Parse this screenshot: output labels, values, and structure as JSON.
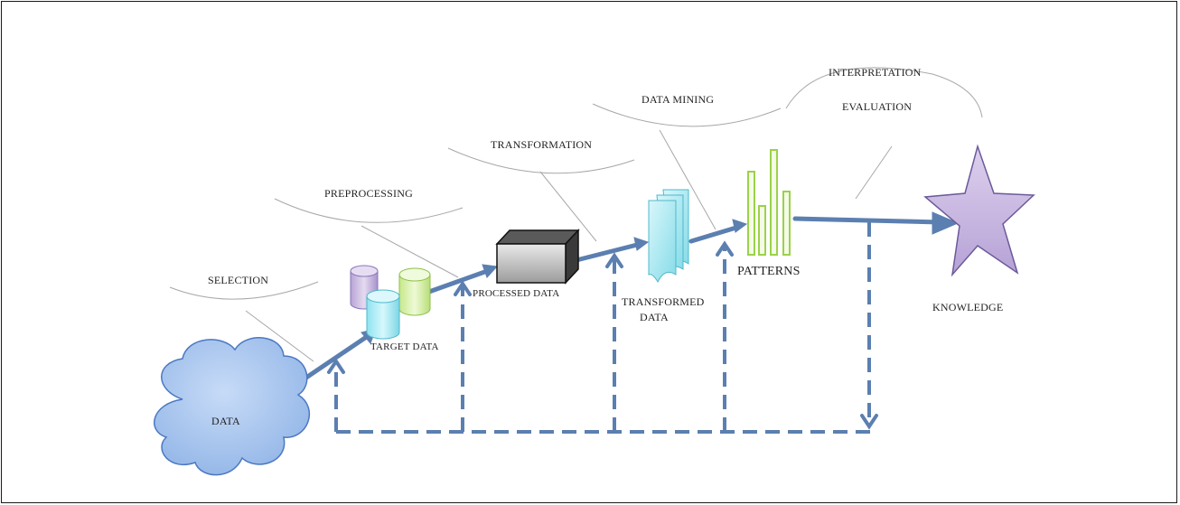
{
  "diagram": {
    "labels": {
      "selection": "SELECTION",
      "preprocessing": "PREPROCESSING",
      "transformation": "TRANSFORMATION",
      "data_mining": "DATA MINING",
      "interpretation": "INTERPRETATION",
      "evaluation": "EVALUATION",
      "data": "DATA",
      "target_data": "TARGET DATA",
      "processed_data": "PROCESSED DATA",
      "transformed_data_line1": "TRANSFORMED",
      "transformed_data_line2": "DATA",
      "patterns": "PATTERNS",
      "knowledge": "KNOWLEDGE"
    },
    "colors": {
      "arrow": "#5b7fb0",
      "cloud_fill": "#aac6ee",
      "cloud_stroke": "#4a78c2",
      "cylinder_purple": "#c7b6df",
      "cylinder_cyan": "#a9ecf5",
      "cylinder_green": "#d8f0a8",
      "box_fill": "#c9c9c9",
      "docs_fill": "#a9ecf5",
      "bars_stroke": "#9bd24a",
      "star_fill": "#c8b8e2",
      "star_stroke": "#6b5a9a",
      "callout_stroke": "#a8a8a8"
    }
  }
}
